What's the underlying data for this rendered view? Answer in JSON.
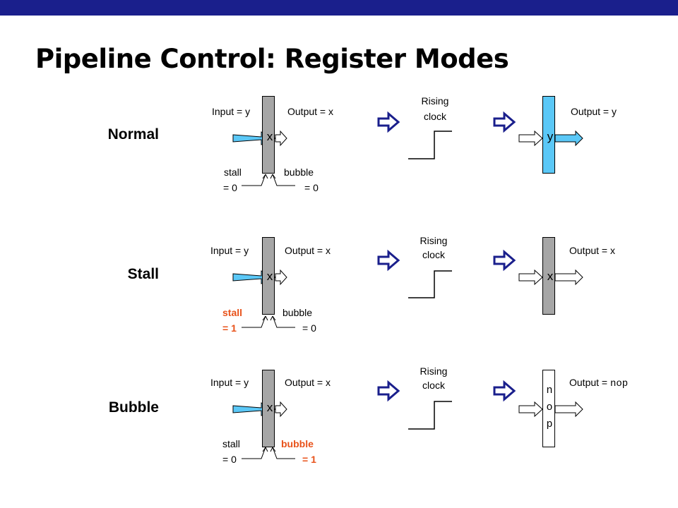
{
  "title": "Pipeline Control: Register Modes",
  "colors": {
    "banner": "#1a1f8c",
    "register": "#a6a6a6",
    "register_updated": "#5bc8f7",
    "input_arrow": "#5bc8f7",
    "highlight": "#e8521a",
    "flow_arrow": "#1a1f8c"
  },
  "rows": [
    {
      "label": "Normal",
      "input": "Input = y",
      "output": "Output = x",
      "reg_value": "x",
      "stall_name": "stall",
      "stall_val": "= 0",
      "bubble_name": "bubble",
      "bubble_val": "= 0",
      "clock_line1": "Rising",
      "clock_line2": "clock",
      "result_output": "Output = y",
      "result_value": "y"
    },
    {
      "label": "Stall",
      "input": "Input = y",
      "output": "Output = x",
      "reg_value": "x",
      "stall_name": "stall",
      "stall_val": "= 1",
      "bubble_name": "bubble",
      "bubble_val": "= 0",
      "clock_line1": "Rising",
      "clock_line2": "clock",
      "result_output": "Output = x",
      "result_value": "x"
    },
    {
      "label": "Bubble",
      "input": "Input = y",
      "output": "Output = x",
      "reg_value": "x",
      "stall_name": "stall",
      "stall_val": "= 0",
      "bubble_name": "bubble",
      "bubble_val": "= 1",
      "clock_line1": "Rising",
      "clock_line2": "clock",
      "result_output_prefix": "Output = ",
      "result_output_mono": "nop",
      "result_letters": [
        "n",
        "o",
        "p"
      ]
    }
  ]
}
